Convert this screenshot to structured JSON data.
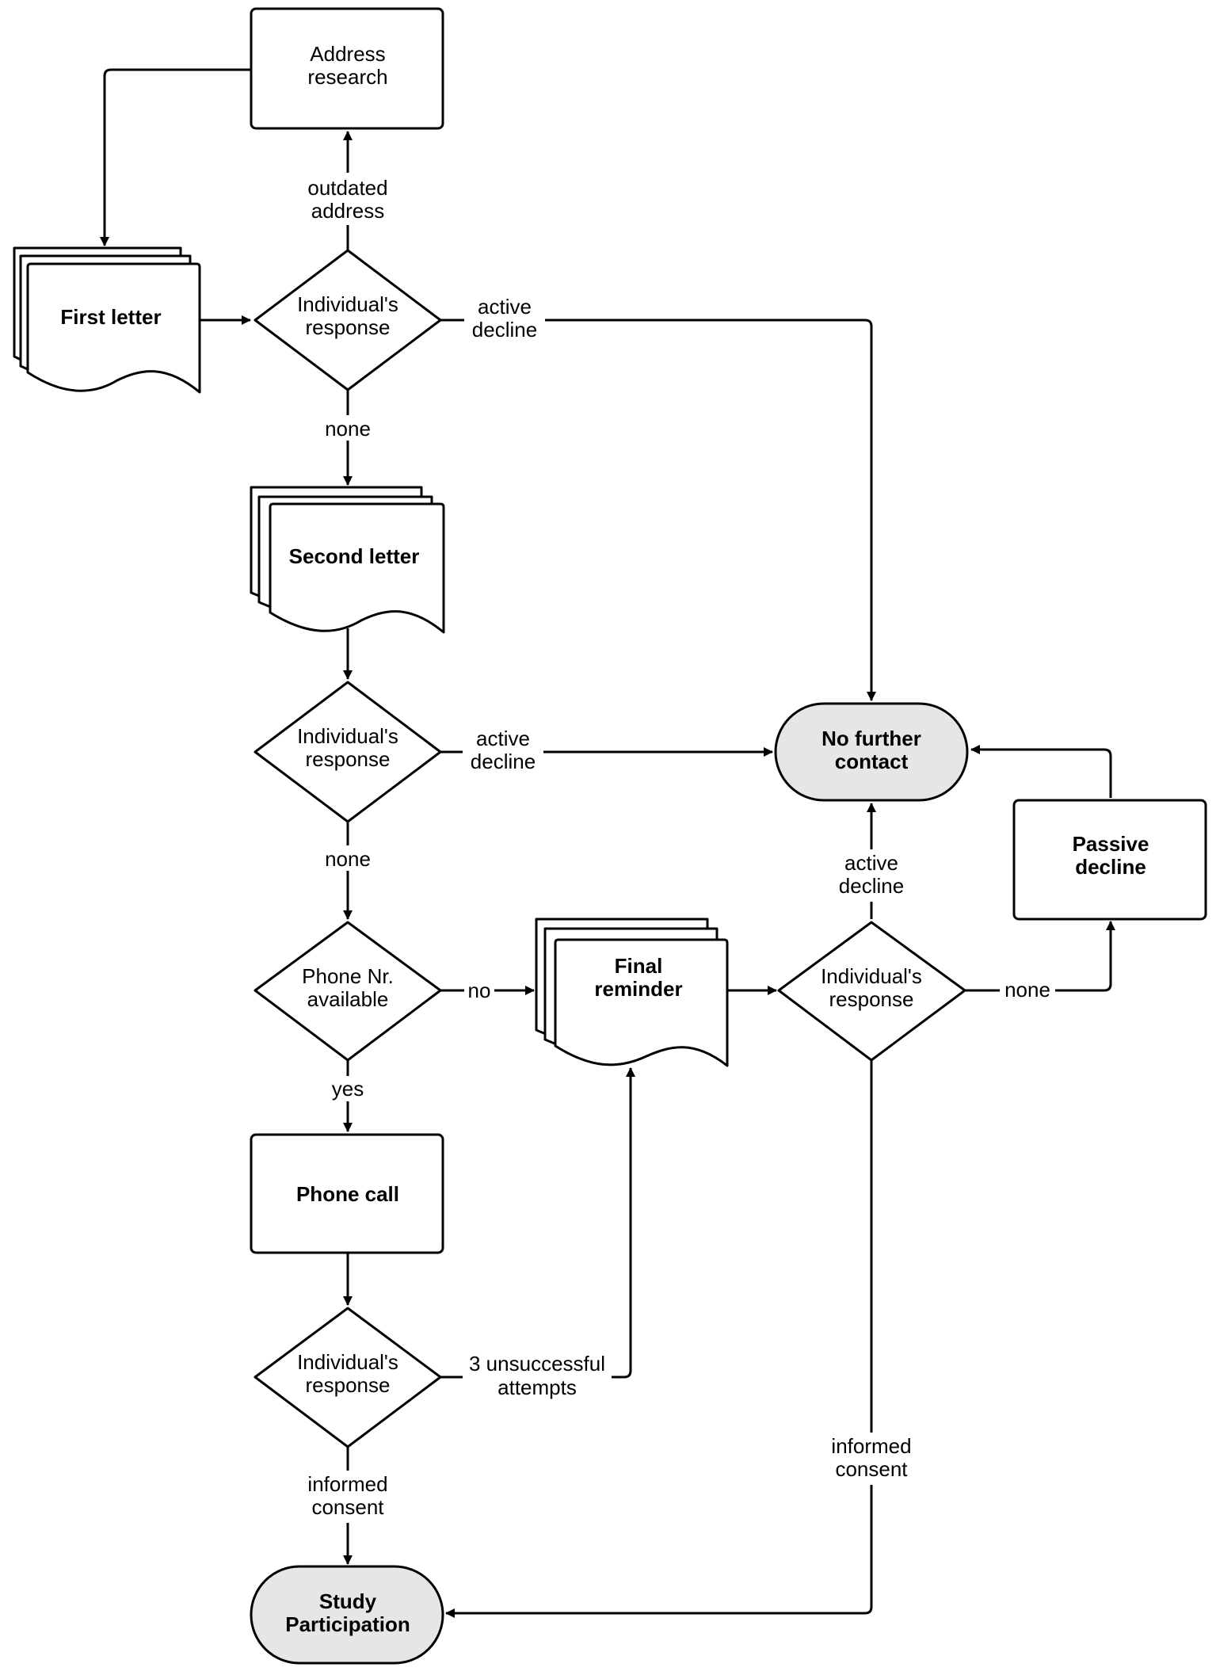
{
  "nodes": {
    "address_research": [
      "Address",
      "research"
    ],
    "first_letter": [
      "First letter"
    ],
    "response_1": [
      "Individual's",
      "response"
    ],
    "second_letter": [
      "Second letter"
    ],
    "response_2": [
      "Individual's",
      "response"
    ],
    "no_further_contact": [
      "No further",
      "contact"
    ],
    "phone_available": [
      "Phone Nr.",
      "available"
    ],
    "final_reminder": [
      "Final",
      "reminder"
    ],
    "response_3": [
      "Individual's",
      "response"
    ],
    "passive_decline": [
      "Passive",
      "decline"
    ],
    "phone_call": [
      "Phone call"
    ],
    "response_4": [
      "Individual's",
      "response"
    ],
    "study_participation": [
      "Study",
      "Participation"
    ]
  },
  "edges": {
    "outdated_address": [
      "outdated",
      "address"
    ],
    "active_decline_1": [
      "active",
      "decline"
    ],
    "none_1": [
      "none"
    ],
    "active_decline_2": [
      "active",
      "decline"
    ],
    "none_2": [
      "none"
    ],
    "no": [
      "no"
    ],
    "yes": [
      "yes"
    ],
    "active_decline_3": [
      "active",
      "decline"
    ],
    "none_3": [
      "none"
    ],
    "unsuccessful": [
      "3 unsuccessful",
      "attempts"
    ],
    "informed_consent_1": [
      "informed",
      "consent"
    ],
    "informed_consent_2": [
      "informed",
      "consent"
    ]
  }
}
